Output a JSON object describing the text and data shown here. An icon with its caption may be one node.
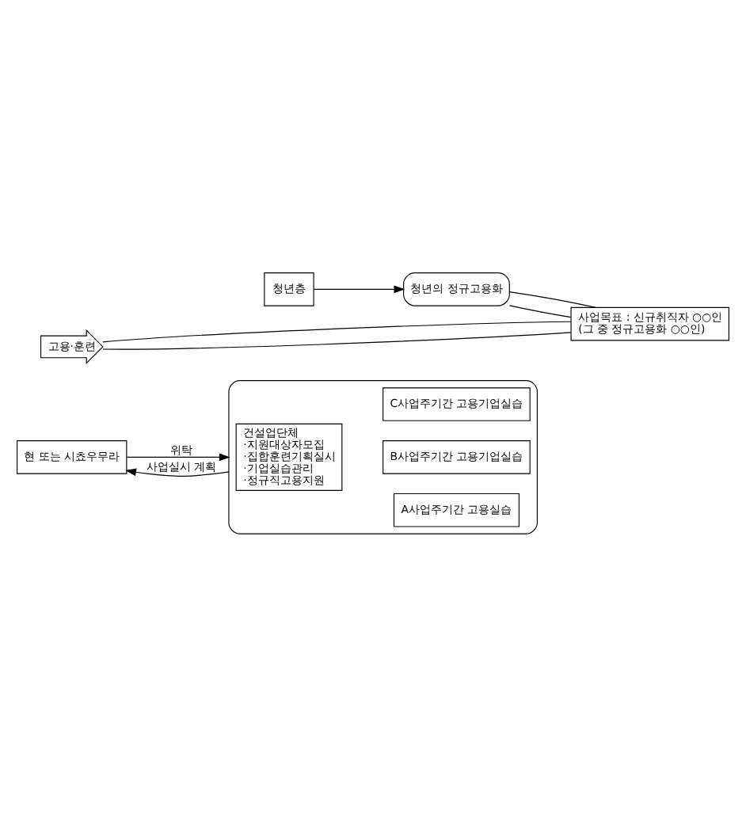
{
  "diagram": {
    "nodes": [
      {
        "text": [
          "현 또는 시쵸우무라"
        ]
      },
      {
        "text": [],
        "shape": "box"
      },
      {
        "text": [
          "건설업단체",
          "·지원대상자모집",
          "·집합훈련기획실시",
          "·기업실습관리",
          "·정규직고용지원"
        ],
        "in": 1
      },
      {
        "text": [
          "A사업주기간 고용실습"
        ],
        "in": 1
      },
      {
        "text": [
          "B사업주기간 고용기업실습"
        ],
        "in": 1
      },
      {
        "text": [
          "C사업주기간 고용기업실습"
        ],
        "in": 1
      },
      {
        "text": [
          "고용·훈련"
        ]
      },
      {
        "text": [
          "청년층"
        ]
      },
      {
        "text": [
          "청년의 정규고용화"
        ]
      },
      {
        "text": [
          "사업목표 : 신규취직자 ○○인",
          "(그 중 정규고용화 ○○인)"
        ]
      }
    ],
    "edges": [
      {
        "from": 0,
        "to": 1,
        "arrow": "to",
        "label": "위탁"
      },
      {
        "from": 1,
        "to": 0,
        "arrow": "to",
        "label": "사업실시 계획"
      },
      {
        "from": 7,
        "to": 8,
        "arrow": "to"
      },
      {
        "from": 6,
        "to": 9,
        "arrow": "none"
      },
      {
        "from": 6,
        "to": 9,
        "arrow": "none"
      },
      {
        "from": 8,
        "to": 9,
        "arrow": "none"
      },
      {
        "from": 8,
        "to": 9,
        "arrow": "none"
      }
    ]
  }
}
